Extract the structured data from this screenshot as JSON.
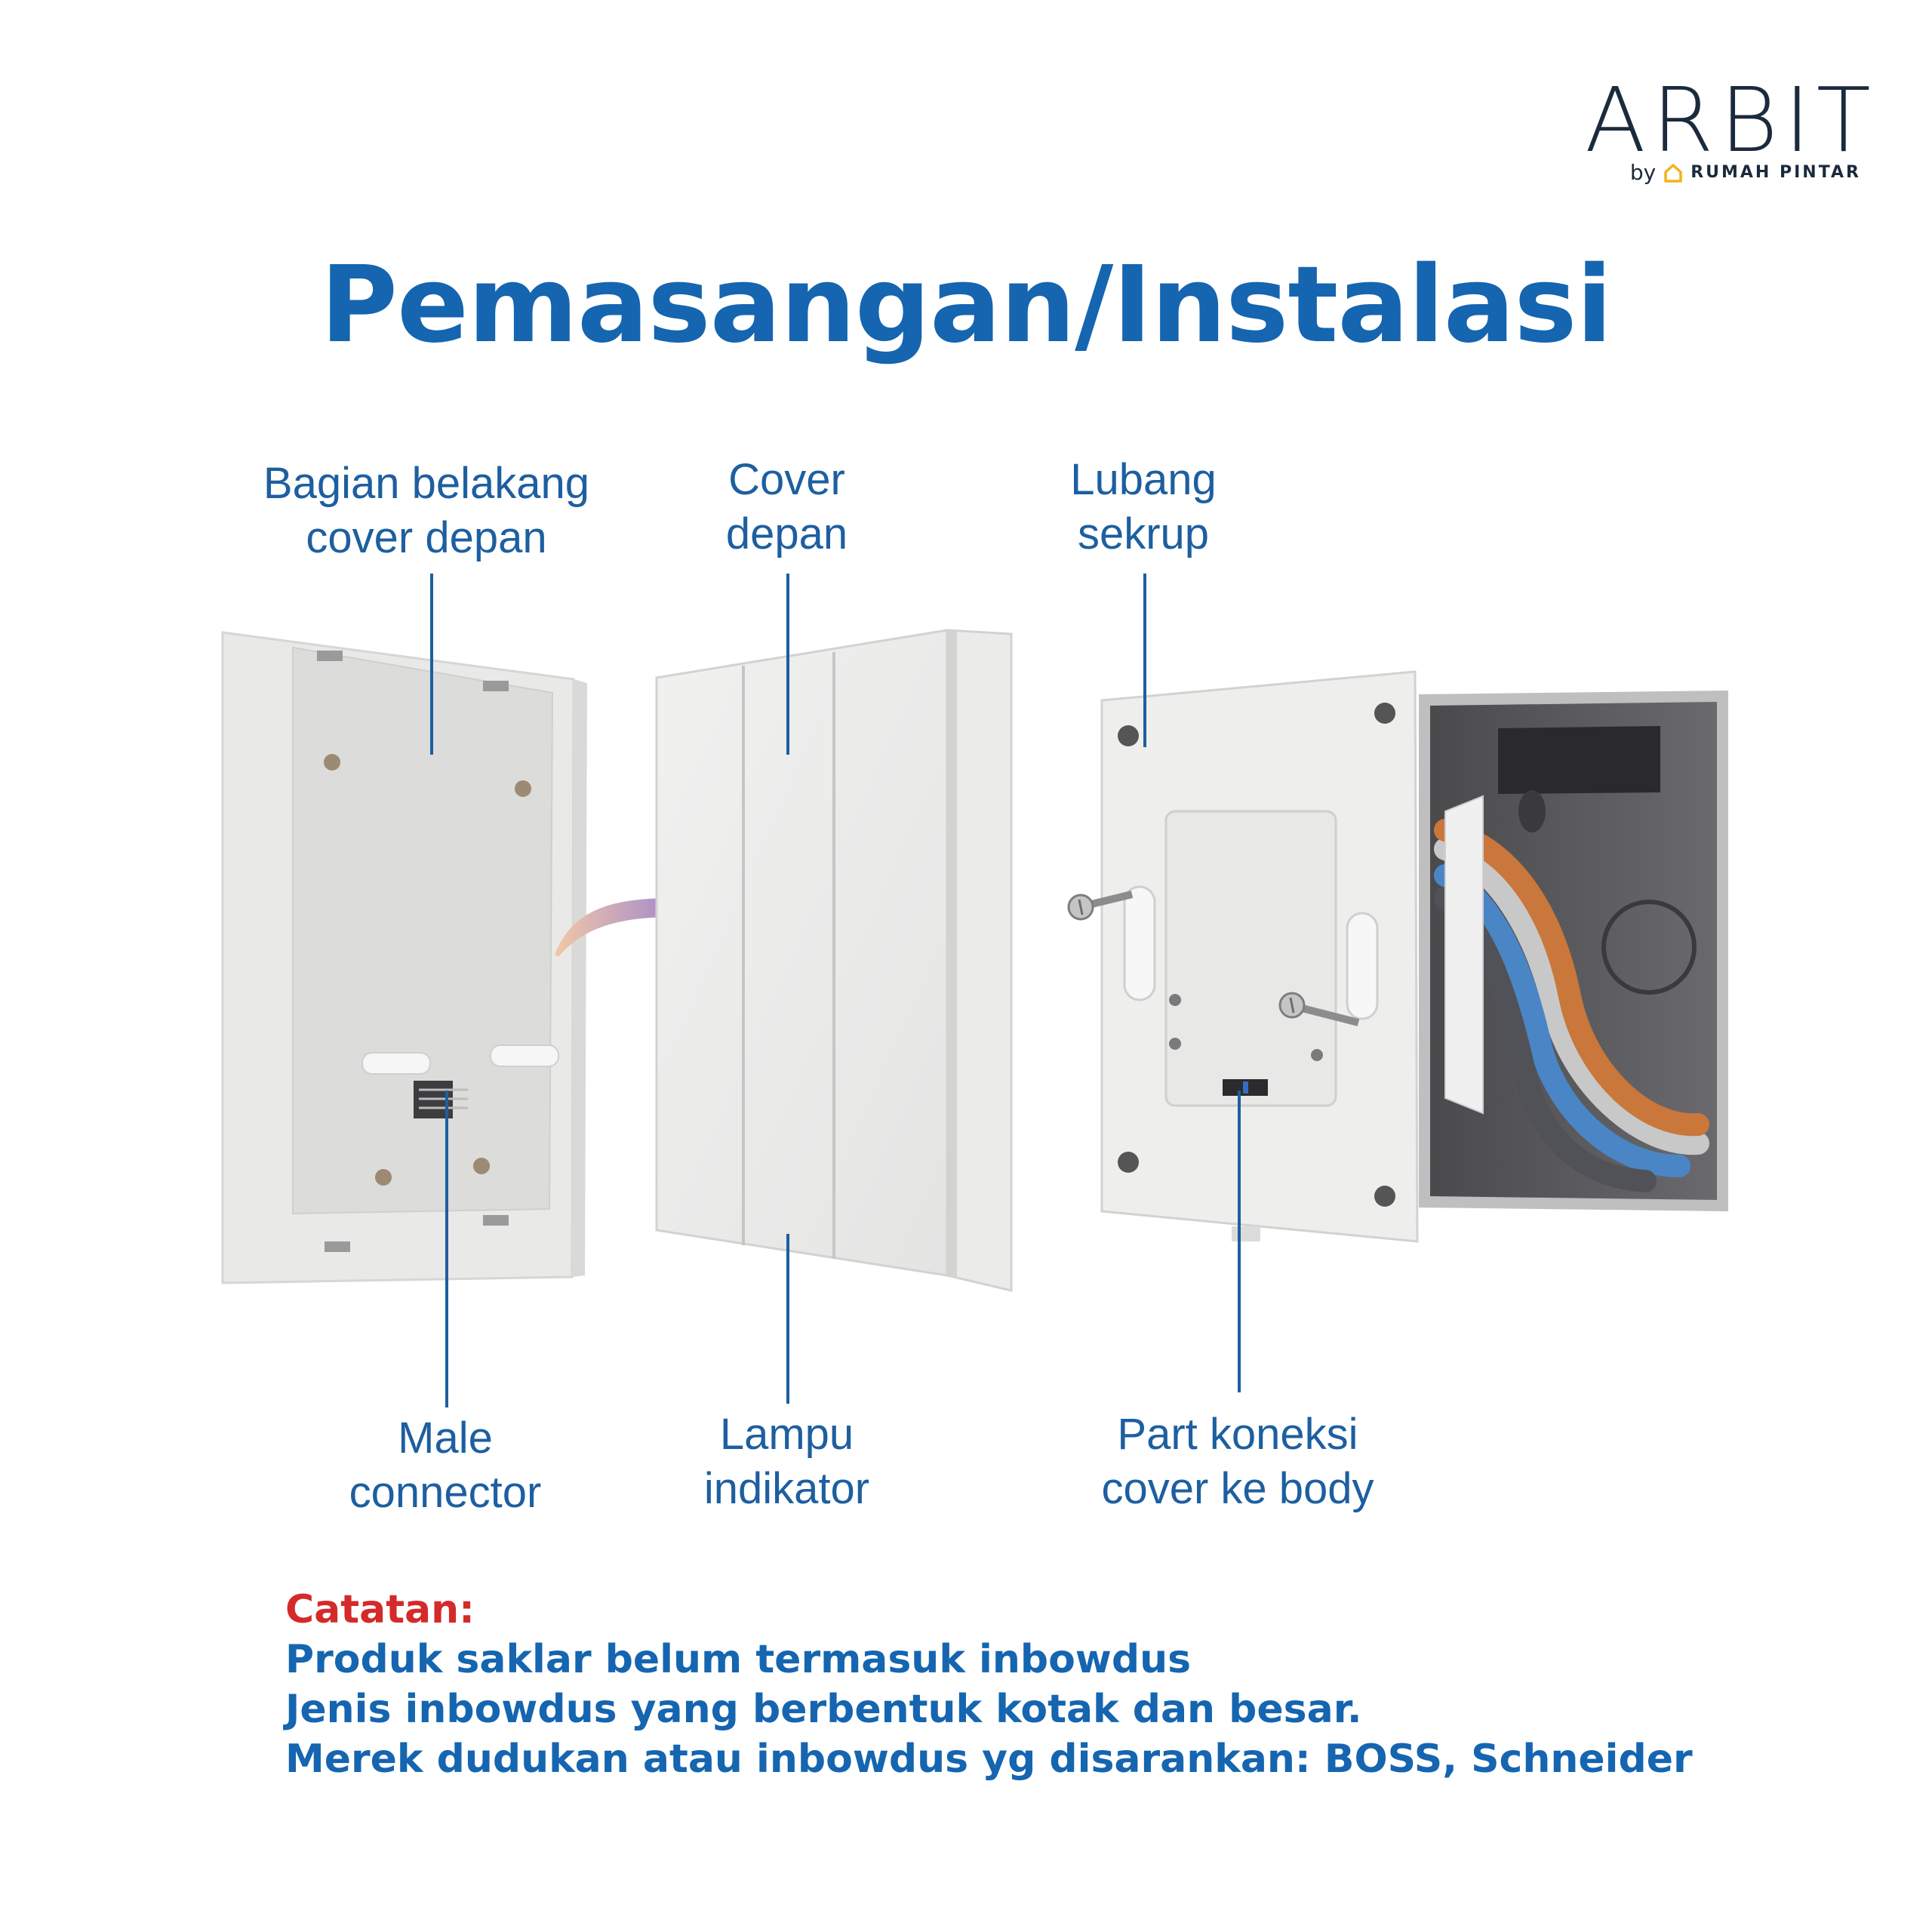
{
  "logo": {
    "word": "ARBIT",
    "by": "by",
    "brand": "RUMAH PINTAR"
  },
  "title": "Pemasangan/Instalasi",
  "labels": {
    "back_cover": [
      "Bagian belakang",
      "cover depan"
    ],
    "front_cover": [
      "Cover",
      "depan"
    ],
    "screw_hole": [
      "Lubang",
      "sekrup"
    ],
    "male_connector": [
      "Male",
      "connector"
    ],
    "indicator_lamp": [
      "Lampu",
      "indikator"
    ],
    "connection_part": [
      "Part koneksi",
      "cover ke body"
    ]
  },
  "notes": {
    "heading": "Catatan:",
    "lines": [
      "Produk saklar belum termasuk inbowdus",
      "Jenis inbowdus yang berbentuk kotak dan besar.",
      "Merek dudukan atau inbowdus yg disarankan: BOSS, Schneider"
    ]
  },
  "colors": {
    "title": "#1565b0",
    "label": "#1d5fa0",
    "note_heading": "#d42a2a",
    "wire_orange": "#c9773a",
    "wire_blue": "#4a86c6",
    "wire_grey": "#c8c8c8",
    "wire_dark": "#505257"
  }
}
